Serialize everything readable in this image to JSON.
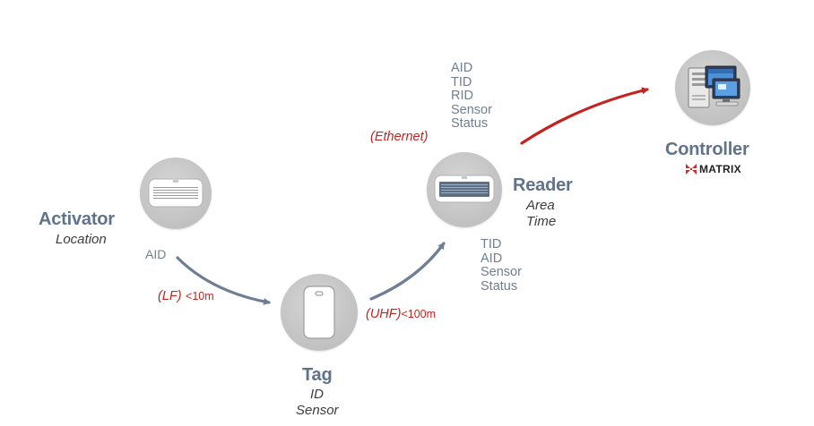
{
  "nodes": {
    "activator": {
      "title": "Activator",
      "subtitle": "Location"
    },
    "tag": {
      "title": "Tag",
      "sub1": "ID",
      "sub2": "Sensor"
    },
    "reader": {
      "title": "Reader",
      "sub1": "Area",
      "sub2": "Time"
    },
    "controller": {
      "title": "Controller",
      "brand": "MATRIX"
    }
  },
  "edges": {
    "activator_to_tag": {
      "payload": "AID",
      "medium": "(LF)",
      "range": "<10m"
    },
    "tag_to_reader": {
      "payload": [
        "TID",
        "AID",
        "Sensor",
        "Status"
      ],
      "medium": "(UHF)",
      "range": "<100m"
    },
    "reader_to_controller": {
      "payload": [
        "AID",
        "TID",
        "RID",
        "Sensor",
        "Status"
      ],
      "medium": "(Ethernet)"
    }
  },
  "colors": {
    "title": "#5f7389",
    "text_grey": "#6f7f91",
    "arrow_grey": "#6f7f93",
    "arrow_red": "#c4231f",
    "accent_red": "#c4231f"
  }
}
